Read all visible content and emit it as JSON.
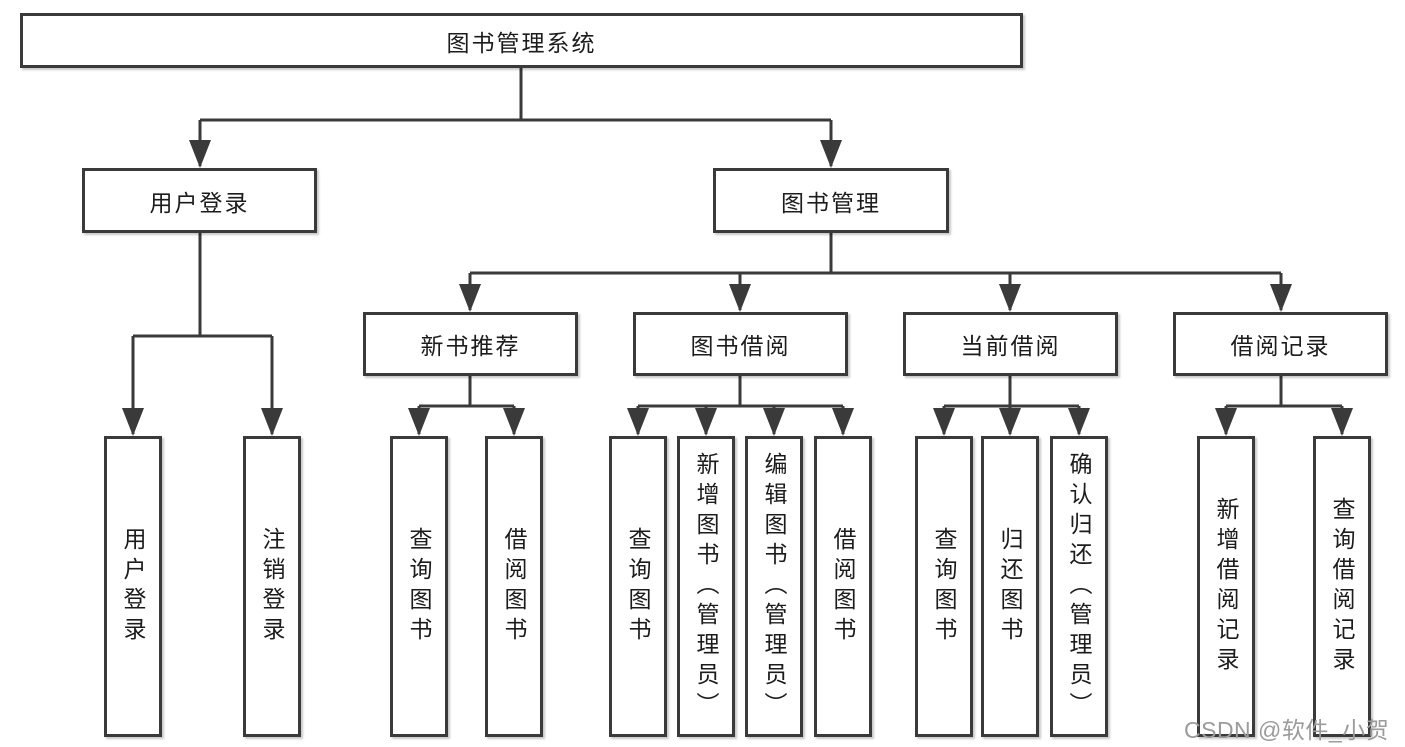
{
  "tree": {
    "label": "图书管理系统",
    "children": [
      {
        "label": "用户登录",
        "children": [
          {
            "label": "用户登录"
          },
          {
            "label": "注销登录"
          }
        ]
      },
      {
        "label": "图书管理",
        "children": [
          {
            "label": "新书推荐",
            "children": [
              {
                "label": "查询图书"
              },
              {
                "label": "借阅图书"
              }
            ]
          },
          {
            "label": "图书借阅",
            "children": [
              {
                "label": "查询图书"
              },
              {
                "label": "新增图书（管理员）"
              },
              {
                "label": "编辑图书（管理员）"
              },
              {
                "label": "借阅图书"
              }
            ]
          },
          {
            "label": "当前借阅",
            "children": [
              {
                "label": "查询图书"
              },
              {
                "label": "归还图书"
              },
              {
                "label": "确认归还（管理员）"
              }
            ]
          },
          {
            "label": "借阅记录",
            "children": [
              {
                "label": "新增借阅记录"
              },
              {
                "label": "查询借阅记录"
              }
            ]
          }
        ]
      }
    ]
  },
  "watermark": "CSDN @软件_小贺同学",
  "colors": {
    "line": "#3a3a3a",
    "box_border": "#3a3a3a",
    "text": "#1c1c1c",
    "watermark": "#9b9b9b",
    "background": "#ffffff"
  }
}
